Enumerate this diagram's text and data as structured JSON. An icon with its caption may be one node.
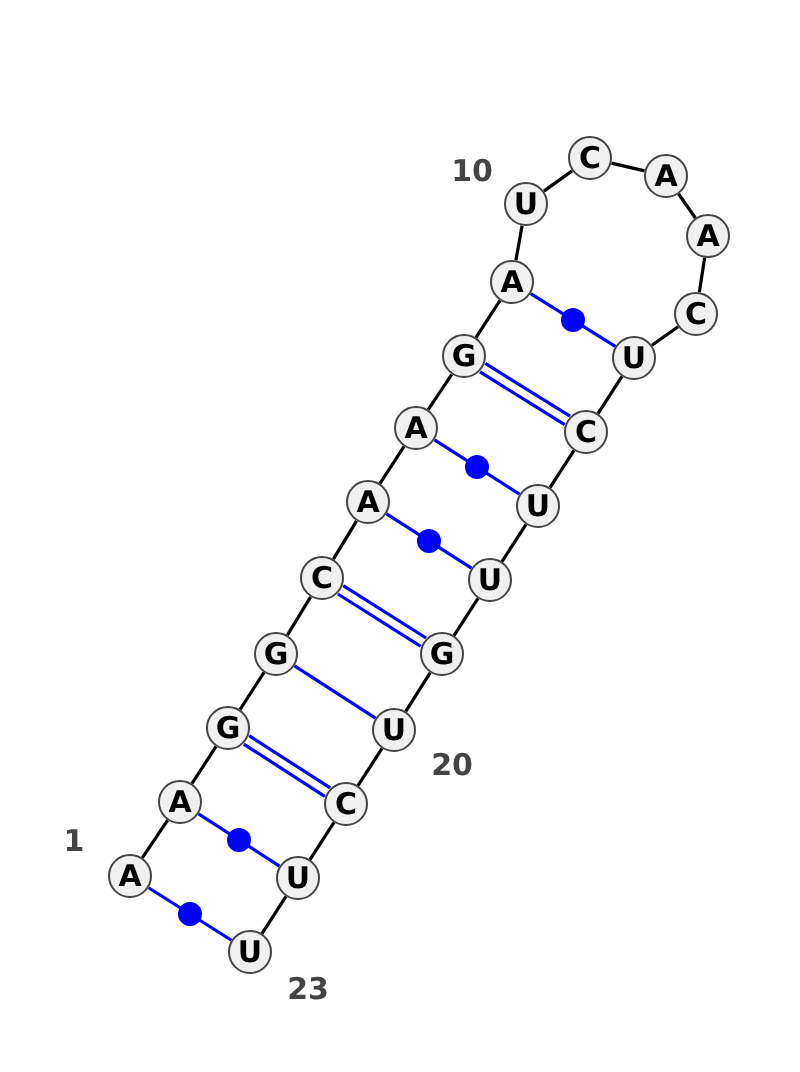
{
  "diagram": {
    "nodes": [
      {
        "text": [
          "A"
        ],
        "beside": [
          "1"
        ]
      },
      {
        "text": [
          "A"
        ]
      },
      {
        "text": [
          "G"
        ]
      },
      {
        "text": [
          "G"
        ]
      },
      {
        "text": [
          "C"
        ]
      },
      {
        "text": [
          "A"
        ]
      },
      {
        "text": [
          "A"
        ]
      },
      {
        "text": [
          "G"
        ]
      },
      {
        "text": [
          "A"
        ]
      },
      {
        "text": [
          "U"
        ],
        "beside": [
          "10"
        ]
      },
      {
        "text": [
          "C"
        ]
      },
      {
        "text": [
          "A"
        ]
      },
      {
        "text": [
          "A"
        ]
      },
      {
        "text": [
          "C"
        ]
      },
      {
        "text": [
          "U"
        ]
      },
      {
        "text": [
          "C"
        ]
      },
      {
        "text": [
          "U"
        ]
      },
      {
        "text": [
          "U"
        ]
      },
      {
        "text": [
          "G"
        ]
      },
      {
        "text": [
          "U"
        ],
        "beside": [
          "20"
        ]
      },
      {
        "text": [
          "C"
        ]
      },
      {
        "text": [
          "U"
        ]
      },
      {
        "text": [
          "U"
        ],
        "beside": [
          "23"
        ]
      }
    ],
    "edges": [
      {
        "from": 0,
        "to": 1,
        "arrow": "none"
      },
      {
        "from": 1,
        "to": 2,
        "arrow": "none"
      },
      {
        "from": 2,
        "to": 3,
        "arrow": "none"
      },
      {
        "from": 3,
        "to": 4,
        "arrow": "none"
      },
      {
        "from": 4,
        "to": 5,
        "arrow": "none"
      },
      {
        "from": 5,
        "to": 6,
        "arrow": "none"
      },
      {
        "from": 6,
        "to": 7,
        "arrow": "none"
      },
      {
        "from": 7,
        "to": 8,
        "arrow": "none"
      },
      {
        "from": 8,
        "to": 9,
        "arrow": "none"
      },
      {
        "from": 9,
        "to": 10,
        "arrow": "none"
      },
      {
        "from": 10,
        "to": 11,
        "arrow": "none"
      },
      {
        "from": 11,
        "to": 12,
        "arrow": "none"
      },
      {
        "from": 12,
        "to": 13,
        "arrow": "none"
      },
      {
        "from": 13,
        "to": 14,
        "arrow": "none"
      },
      {
        "from": 14,
        "to": 15,
        "arrow": "none"
      },
      {
        "from": 15,
        "to": 16,
        "arrow": "none"
      },
      {
        "from": 16,
        "to": 17,
        "arrow": "none"
      },
      {
        "from": 17,
        "to": 18,
        "arrow": "none"
      },
      {
        "from": 18,
        "to": 19,
        "arrow": "none"
      },
      {
        "from": 19,
        "to": 20,
        "arrow": "none"
      },
      {
        "from": 20,
        "to": 21,
        "arrow": "none"
      },
      {
        "from": 21,
        "to": 22,
        "arrow": "none"
      },
      {
        "from": 0,
        "to": 22,
        "arrow": "none",
        "color": "#0000ff"
      },
      {
        "from": 1,
        "to": 21,
        "arrow": "none",
        "color": "#0000ff"
      },
      {
        "from": 2,
        "to": 20,
        "arrow": "none",
        "color": "#0000ff"
      },
      {
        "from": 3,
        "to": 19,
        "arrow": "none",
        "color": "#0000ff"
      },
      {
        "from": 4,
        "to": 18,
        "arrow": "none",
        "color": "#0000ff"
      },
      {
        "from": 5,
        "to": 17,
        "arrow": "none",
        "color": "#0000ff"
      },
      {
        "from": 6,
        "to": 16,
        "arrow": "none",
        "color": "#0000ff"
      },
      {
        "from": 7,
        "to": 15,
        "arrow": "none",
        "color": "#0000ff"
      },
      {
        "from": 8,
        "to": 14,
        "arrow": "none",
        "color": "#0000ff"
      }
    ]
  }
}
